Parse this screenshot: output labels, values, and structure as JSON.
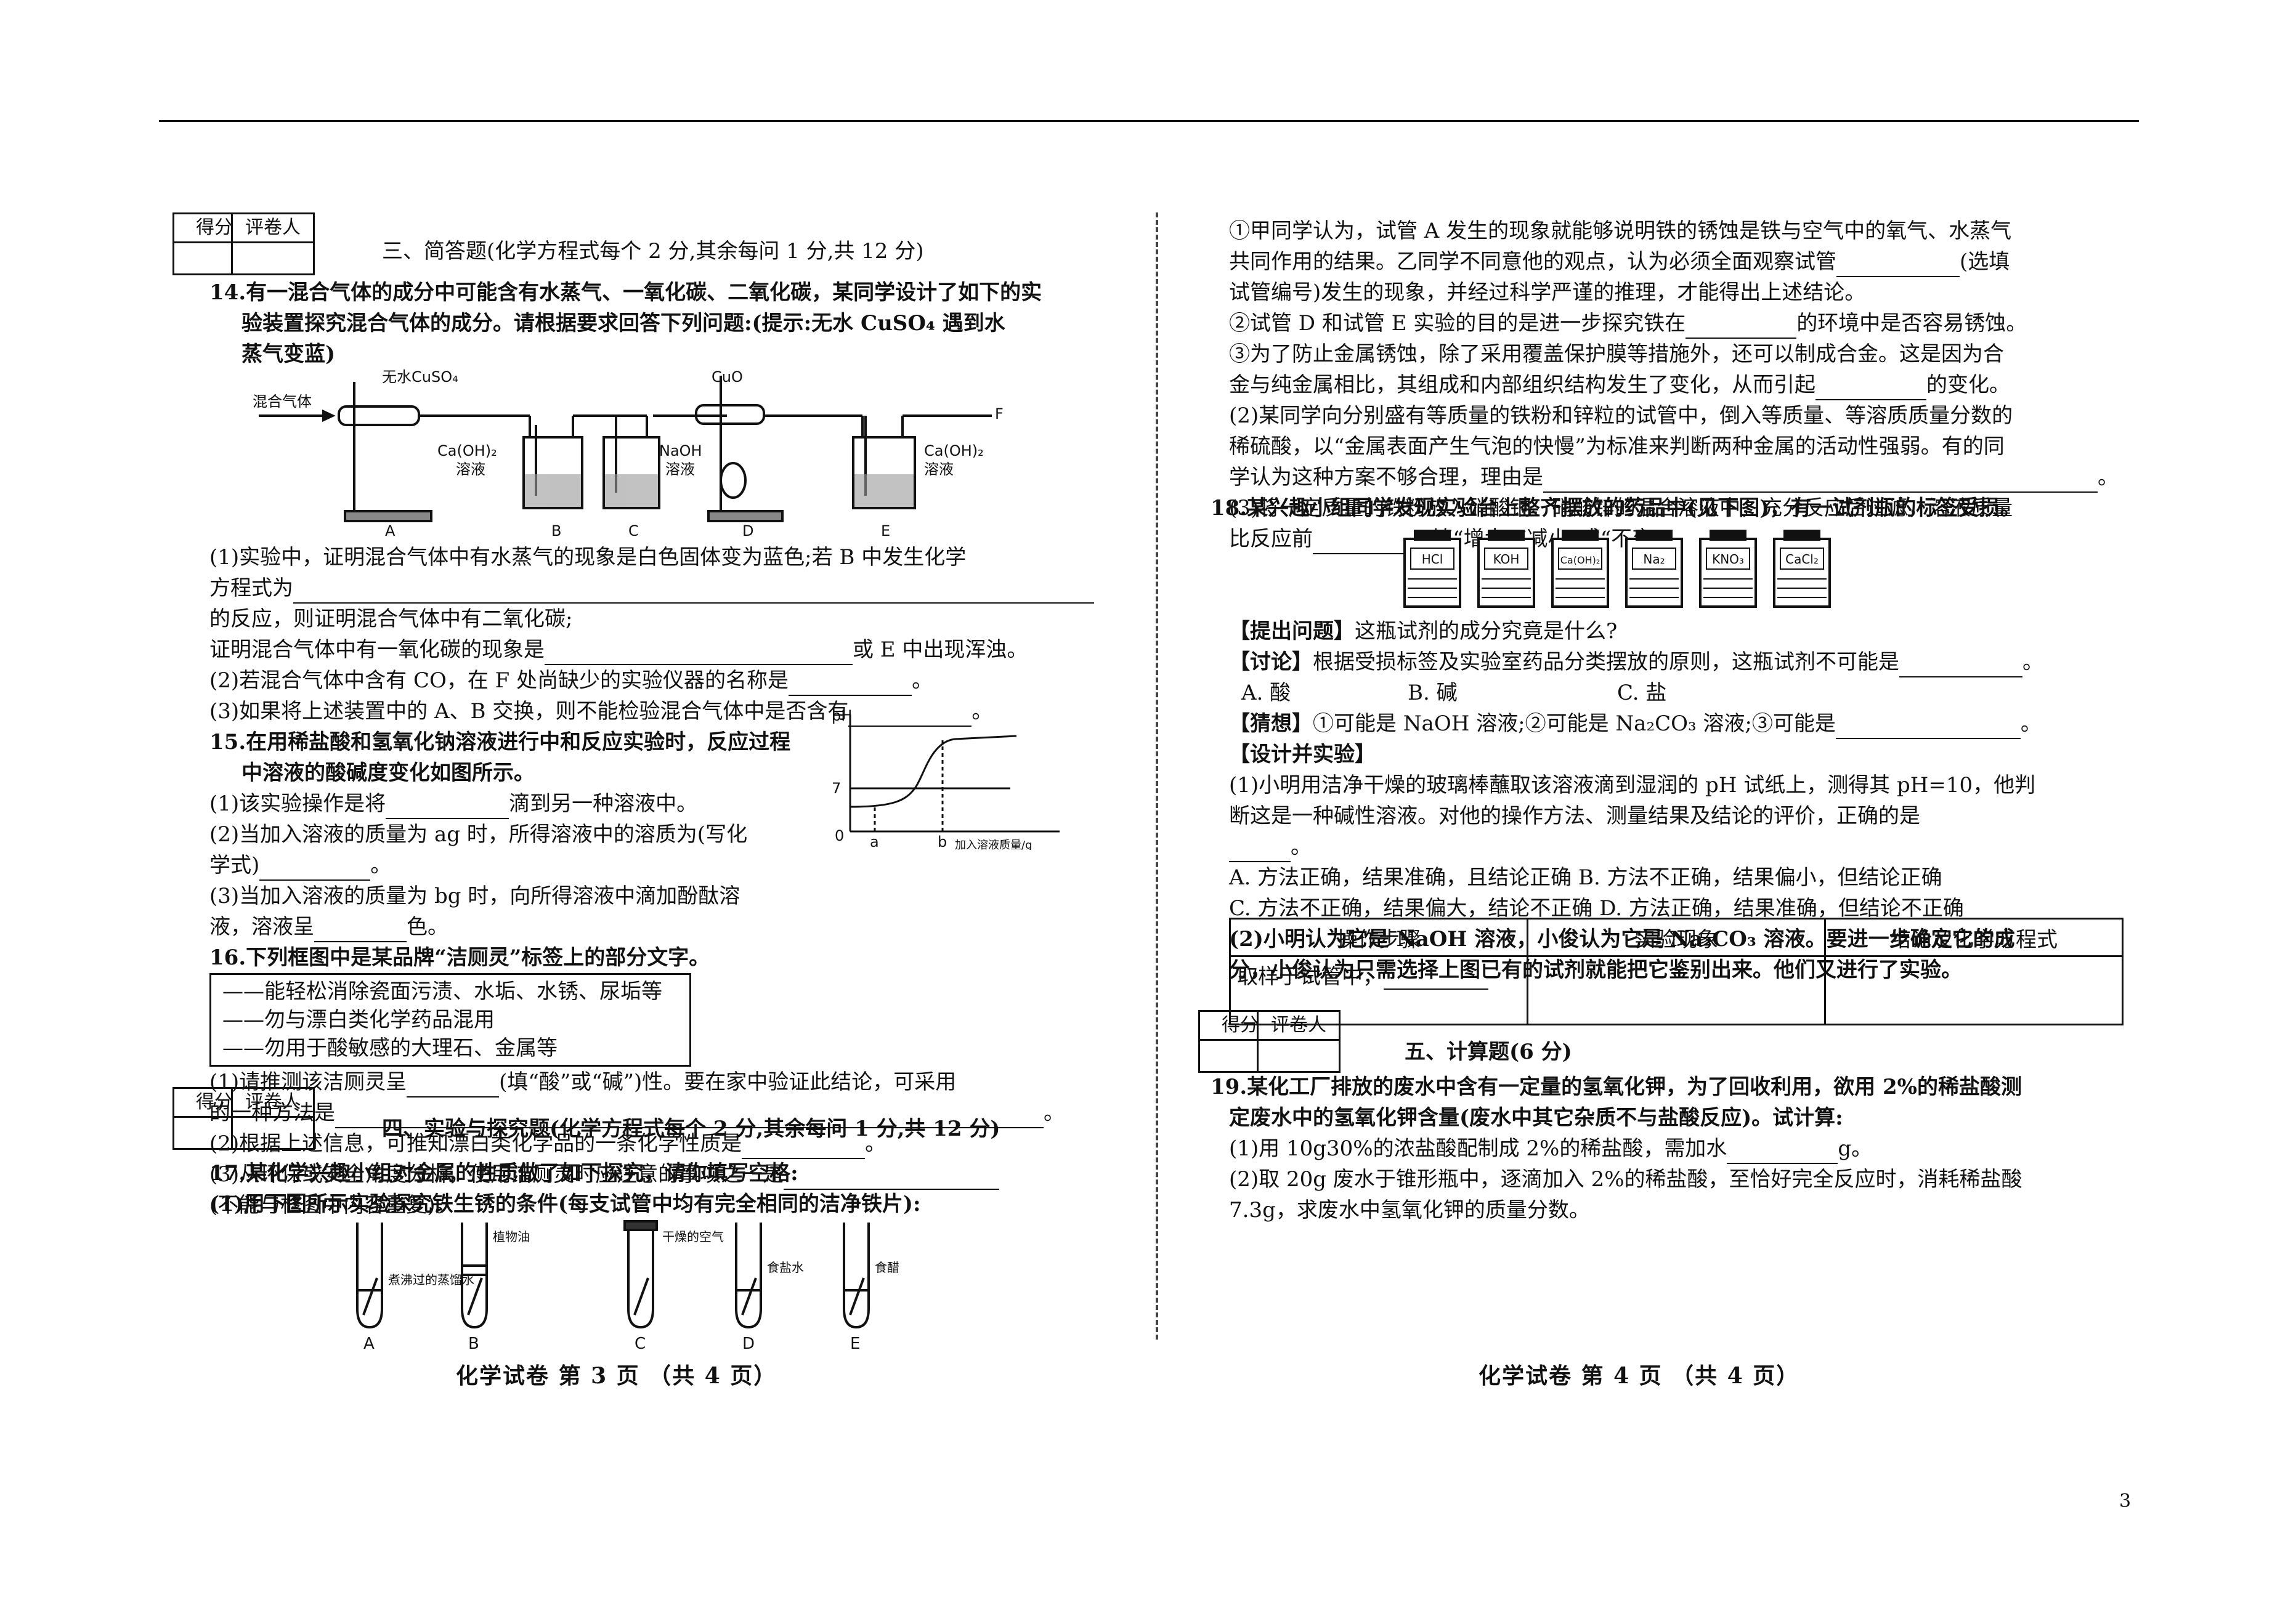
{
  "page_number": "3",
  "left": {
    "score_box": {
      "score": "得分",
      "reviewer": "评卷人"
    },
    "section3_title": "三、简答题(化学方程式每个 2 分,其余每问 1 分,共 12 分)",
    "q14": {
      "lines": [
        "14.有一混合气体的成分中可能含有水蒸气、一氧化碳、二氧化碳，某同学设计了如下的实",
        "验装置探究混合气体的成分。请根据要求回答下列问题:(提示:无水 CuSO₄ 遇到水",
        "蒸气变蓝)"
      ],
      "figure_labels": {
        "inlet": "混合气体",
        "cuso4": "无水CuSO₄",
        "cuo": "CuO",
        "caoh2_b": "Ca(OH)₂",
        "solution_b": "溶液",
        "naoh": "NaOH",
        "solution_c": "溶液",
        "caoh2_e": "Ca(OH)₂",
        "solution_e": "溶液",
        "f": "F",
        "a": "A",
        "b": "B",
        "c": "C",
        "d": "D",
        "e": "E"
      },
      "q1a": "(1)实验中，证明混合气体中有水蒸气的现象是白色固体变为蓝色;若 B 中发生化学",
      "q1b": "方程式为",
      "q1c": "的反应，则证明混合气体中有二氧化碳;",
      "q1d": "证明混合气体中有一氧化碳的现象是",
      "q1e": "或 E 中出现浑浊。",
      "q2": "(2)若混合气体中含有 CO，在 F 处尚缺少的实验仪器的名称是",
      "q3": "(3)如果将上述装置中的 A、B 交换，则不能检验混合气体中是否含有"
    },
    "q15": {
      "lines": [
        "15.在用稀盐酸和氢氧化钠溶液进行中和反应实验时，反应过程",
        "中溶液的酸碱度变化如图所示。",
        "(1)该实验操作是将",
        "(2)当加入溶液的质量为 ag 时，所得溶液中的溶质为(写化",
        "学式)",
        "(3)当加入溶液的质量为 bg 时，向所得溶液中滴加酚酞溶",
        "液，溶液呈"
      ],
      "q1_tail": "滴到另一种溶液中。",
      "q3_tail": "色。",
      "chart": {
        "ylabel": "pH",
        "y7": "7",
        "origin": "0",
        "a": "a",
        "b": "b",
        "xlabel": "加入溶液质量/g"
      }
    },
    "q16": {
      "intro": "16.下列框图中是某品牌“洁厕灵”标签上的部分文字。",
      "box_lines": [
        "——能轻松消除瓷面污渍、水垢、水锈、尿垢等",
        "——勿与漂白类化学药品混用",
        "——勿用于酸敏感的大理石、金属等"
      ],
      "q1a": "(1)请推测该洁厕灵呈",
      "q1b": "(填“酸”或“碱”)性。要在家中验证此结论，可采用",
      "q1c": "的一种方法是",
      "q2": "(2)根据上述信息，可推知漂白类化学品的一条化学性质是",
      "q3": "(3)从环保或安全角度分析，使用洁厕灵时应注意的事项之一是",
      "q3b": "(不能与框图中内容重复)。"
    },
    "section4_title": "四、实验与探究题(化学方程式每个 2 分,其余每问 1 分,共 12 分)",
    "q17": {
      "intro": "17.某化学兴趣小组对金属的性质做了如下探究，请你填写空格:",
      "q1": "(1)用下图所示实验探究铁生锈的条件(每支试管中均有完全相同的洁净铁片):",
      "tube_labels": {
        "a_text": "煮沸过的蒸馏水",
        "b_text": "植物油",
        "c_text": "干燥的空气",
        "d_text": "食盐水",
        "e_text": "食醋"
      },
      "letters": [
        "A",
        "B",
        "C",
        "D",
        "E"
      ]
    },
    "footer": "化学试卷  第 3 页  （共 4 页）"
  },
  "right": {
    "q17_cont": [
      "①甲同学认为，试管 A 发生的现象就能够说明铁的锈蚀是铁与空气中的氧气、水蒸气",
      "共同作用的结果。乙同学不同意他的观点，认为必须全面观察试管",
      "试管编号)发生的现象，并经过科学严谨的推理，才能得出上述结论。",
      "②试管 D 和试管 E 实验的目的是进一步探究铁在",
      "③为了防止金属锈蚀，除了采用覆盖保护膜等措施外，还可以制成合金。这是因为合",
      "金与纯金属相比，其组成和内部组织结构发生了变化，从而引起",
      "(2)某同学向分别盛有等质量的铁粉和锌粒的试管中，倒入等质量、等溶质质量分数的",
      "稀硫酸，以“金属表面产生气泡的快慢”为标准来判断两种金属的活动性强弱。有的同",
      "学认为这种方案不够合理，理由是",
      "(3)将一定质量的铁粉放入硝酸铜、硝酸锌的混合溶液中，充分反应后过滤，溶液质量",
      "比反应前"
    ],
    "q17_tails": {
      "select": "(选填",
      "env": "的环境中是否容易锈蚀。",
      "change": "的变化。",
      "fill": "(填“增大”“减小”或“不变”)。"
    },
    "q18": {
      "intro": "18.某兴趣小组同学发现实验台上整齐摆放的药品中(见下图)，有一试剂瓶的标签受损。",
      "bottles": [
        "HCl",
        "KOH",
        "Ca(OH)₂",
        "Na₂",
        "KNO₃",
        "CaCl₂"
      ],
      "question_tag": "【提出问题】",
      "question": "这瓶试剂的成分究竟是什么?",
      "discuss_tag": "【讨论】",
      "discuss": "根据受损标签及实验室药品分类摆放的原则，这瓶试剂不可能是",
      "options": [
        "A. 酸",
        "B. 碱",
        "C. 盐"
      ],
      "guess_tag": "【猜想】",
      "guess": "①可能是 NaOH 溶液;②可能是 Na₂CO₃ 溶液;③可能是",
      "design_tag": "【设计并实验】",
      "d1": [
        "(1)小明用洁净干燥的玻璃棒蘸取该溶液滴到湿润的 pH 试纸上，测得其 pH=10，他判",
        "断这是一种碱性溶液。对他的操作方法、测量结果及结论的评价，正确的是"
      ],
      "choices": [
        "A. 方法正确，结果准确，且结论正确    B. 方法不正确，结果偏小，但结论正确",
        "C. 方法不正确，结果偏大，结论不正确  D. 方法正确，结果准确，但结论不正确"
      ],
      "d2": [
        "(2)小明认为它是 NaOH 溶液，小俊认为它是 Na₂CO₃ 溶液。要进一步确定它的成",
        "分，小俊认为只需选择上图已有的试剂就能把它鉴别出来。他们又进行了实验。"
      ],
      "table": {
        "headers": [
          "操作步骤",
          "实验现象",
          "结论及化学方程式"
        ],
        "row1": "取样于试管中，"
      }
    },
    "score_box": {
      "score": "得分",
      "reviewer": "评卷人"
    },
    "section5_title": "五、计算题(6 分)",
    "q19": {
      "lines": [
        "19.某化工厂排放的废水中含有一定量的氢氧化钾，为了回收利用，欲用 2%的稀盐酸测",
        "定废水中的氢氧化钾含量(废水中其它杂质不与盐酸反应)。试计算:"
      ],
      "q1": "(1)用 10g30%的浓盐酸配制成 2%的稀盐酸，需加水",
      "q1_unit": "g。",
      "q2": [
        "(2)取 20g 废水于锥形瓶中，逐滴加入 2%的稀盐酸，至恰好完全反应时，消耗稀盐酸",
        "7.3g，求废水中氢氧化钾的质量分数。"
      ]
    },
    "footer": "化学试卷  第 4 页  （共 4 页）"
  }
}
